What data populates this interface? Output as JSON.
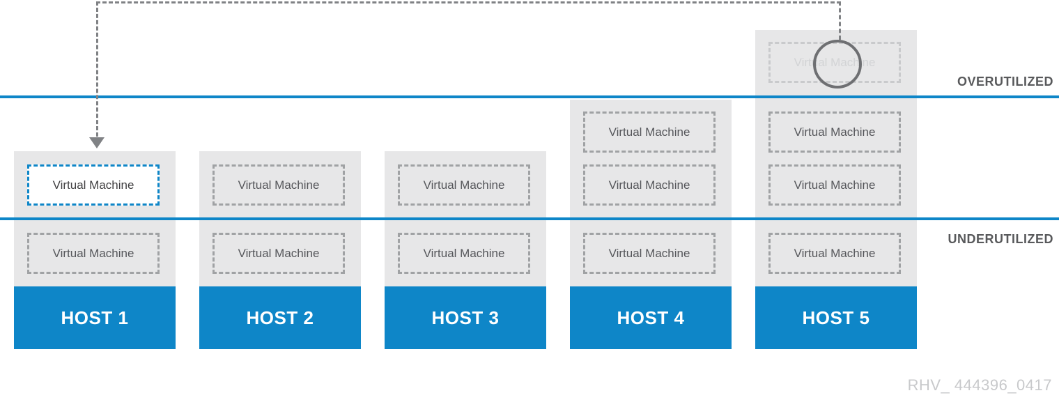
{
  "labels": {
    "overutilized": "OVERUTILIZED",
    "underutilized": "UNDERUTILIZED",
    "watermark": "RHV_ 444396_0417"
  },
  "hosts": [
    {
      "label": "HOST 1",
      "vms": [
        {
          "label": "Virtual Machine",
          "zone": "lower",
          "variant": "highlight"
        },
        {
          "label": "Virtual Machine",
          "zone": "under",
          "variant": "normal"
        }
      ]
    },
    {
      "label": "HOST 2",
      "vms": [
        {
          "label": "Virtual Machine",
          "zone": "lower",
          "variant": "normal"
        },
        {
          "label": "Virtual Machine",
          "zone": "under",
          "variant": "normal"
        }
      ]
    },
    {
      "label": "HOST 3",
      "vms": [
        {
          "label": "Virtual Machine",
          "zone": "lower",
          "variant": "normal"
        },
        {
          "label": "Virtual Machine",
          "zone": "under",
          "variant": "normal"
        }
      ]
    },
    {
      "label": "HOST 4",
      "vms": [
        {
          "label": "Virtual Machine",
          "zone": "upper",
          "variant": "normal"
        },
        {
          "label": "Virtual Machine",
          "zone": "lower",
          "variant": "normal"
        },
        {
          "label": "Virtual Machine",
          "zone": "under",
          "variant": "normal"
        }
      ]
    },
    {
      "label": "HOST 5",
      "vms": [
        {
          "label": "Virtual Machine",
          "zone": "over",
          "variant": "faded"
        },
        {
          "label": "Virtual Machine",
          "zone": "upper",
          "variant": "normal"
        },
        {
          "label": "Virtual Machine",
          "zone": "lower",
          "variant": "normal"
        },
        {
          "label": "Virtual Machine",
          "zone": "under",
          "variant": "normal"
        }
      ]
    }
  ],
  "colors": {
    "accent_blue": "#0e86c8",
    "column_gray": "#e7e7e8",
    "vm_border_gray": "#a0a2a4",
    "vm_text_gray": "#55565a",
    "faded_border_gray": "#c9cacc",
    "faded_text_gray": "#d2d3d5",
    "arrow_gray": "#808285",
    "circle_gray": "#6e6f72",
    "zone_label_gray": "#58595b",
    "watermark_gray": "#c8c9cb"
  }
}
